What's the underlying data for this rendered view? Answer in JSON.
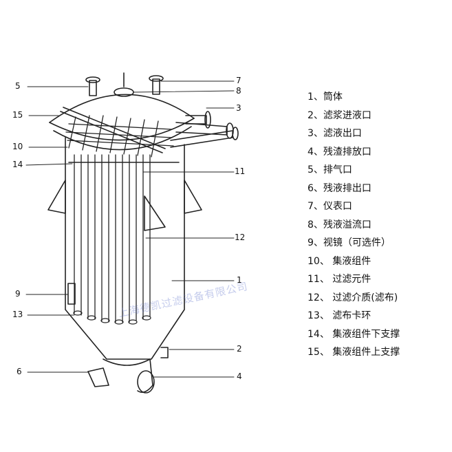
{
  "legend": [
    {
      "num": "1、",
      "text": "筒体"
    },
    {
      "num": "2、",
      "text": "滤浆进液口"
    },
    {
      "num": "3、",
      "text": "滤液出口"
    },
    {
      "num": "4、",
      "text": "残渣排放口"
    },
    {
      "num": "5、",
      "text": "排气口"
    },
    {
      "num": "6、",
      "text": "残液排出口"
    },
    {
      "num": "7、",
      "text": "仪表口"
    },
    {
      "num": "8、",
      "text": "残液溢流口"
    },
    {
      "num": "9、",
      "text": "视镜（可选件）"
    },
    {
      "num": "10、",
      "text": " 集液组件"
    },
    {
      "num": "11、",
      "text": " 过滤元件"
    },
    {
      "num": "12、",
      "text": " 过滤介质(滤布)"
    },
    {
      "num": "13、",
      "text": " 滤布卡环"
    },
    {
      "num": "14、",
      "text": " 集液组件下支撑"
    },
    {
      "num": "15、",
      "text": " 集液组件上支撑"
    }
  ],
  "callouts": {
    "c1": "1",
    "c2": "2",
    "c3": "3",
    "c4": "4",
    "c5": "5",
    "c6": "6",
    "c7": "7",
    "c8": "8",
    "c9": "9",
    "c10": "10",
    "c11": "11",
    "c12": "12",
    "c13": "13",
    "c14": "14",
    "c15": "15"
  },
  "watermark": "上海德凯过滤设备有限公司"
}
